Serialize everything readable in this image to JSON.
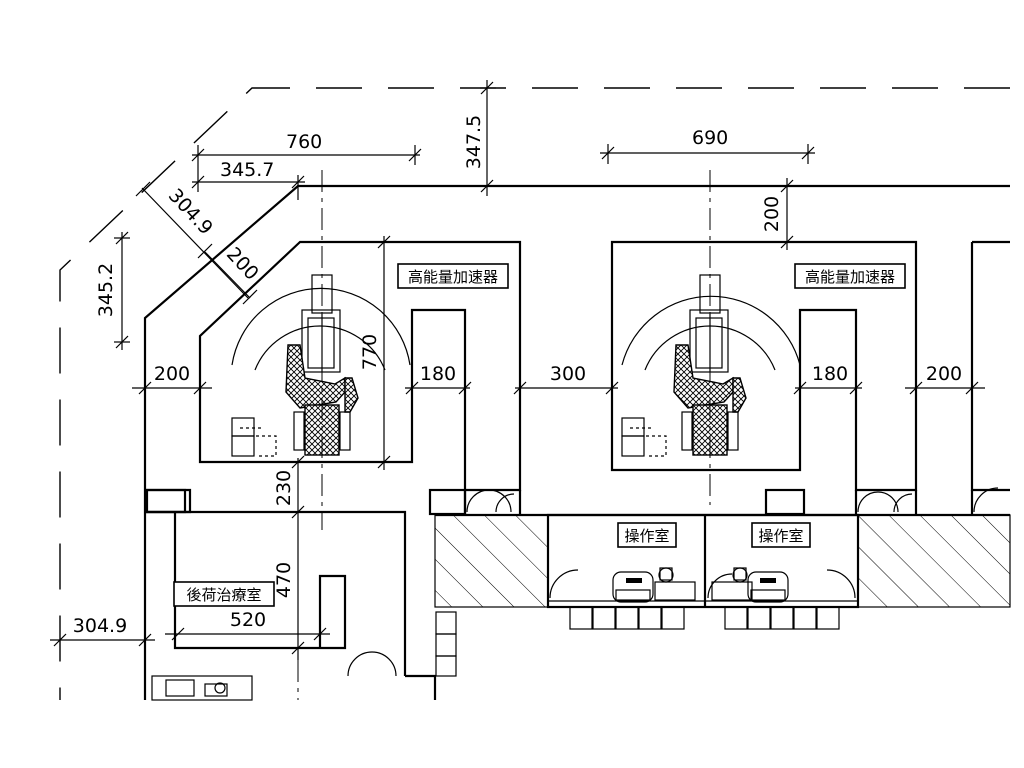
{
  "rooms": {
    "accelerator_left": "高能量加速器",
    "accelerator_right": "高能量加速器",
    "control_left": "操作室",
    "control_right": "操作室",
    "afterloading": "後荷治療室"
  },
  "dimensions": {
    "top_760": "760",
    "top_345_7": "345.7",
    "top_690": "690",
    "vertical_347_5": "347.5",
    "right_200_vertical": "200",
    "diag_304_9": "304.9",
    "diag_200": "200",
    "left_345_2": "345.2",
    "inner_770": "770",
    "h_200_left": "200",
    "h_180_left": "180",
    "h_300": "300",
    "h_180_right": "180",
    "h_200_right": "200",
    "v_230": "230",
    "v_470": "470",
    "h_520": "520",
    "h_304_9_bottom": "304.9"
  }
}
